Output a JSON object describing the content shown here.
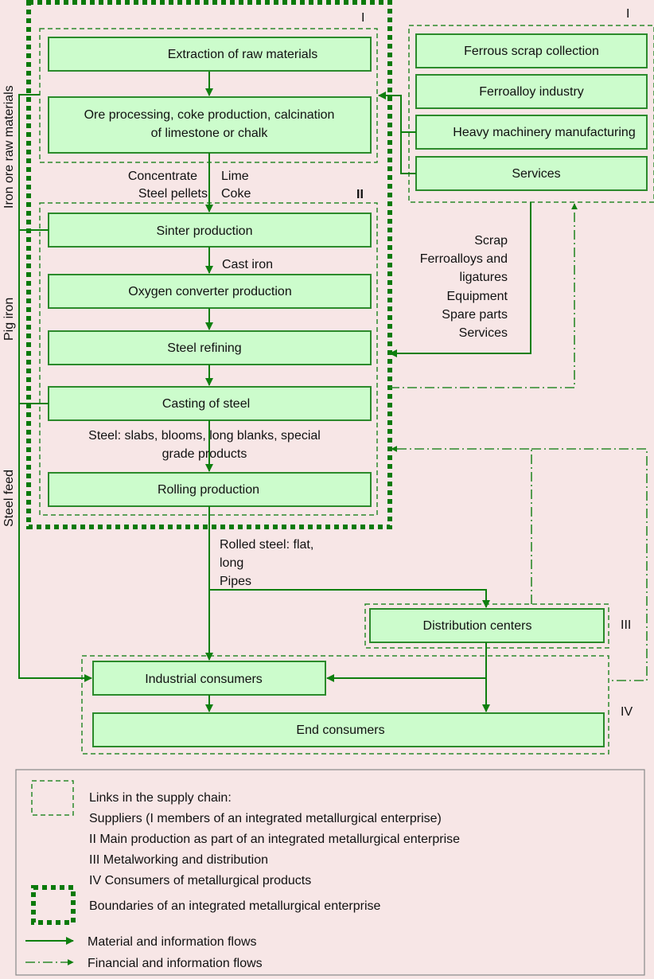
{
  "colors": {
    "background": "#f7e6e6",
    "box_fill": "#ccfccc",
    "line": "#0f7f0f"
  },
  "groups": {
    "suppliers_label": "I",
    "internal_suppliers_label": "I",
    "main_production_label": "II",
    "distribution_label": "III",
    "consumers_label": "IV"
  },
  "internal_suppliers": [
    "Extraction of raw materials",
    [
      "Ore processing, coke production, calcination",
      "of limestone or chalk"
    ]
  ],
  "external_suppliers": [
    "Ferrous scrap collection",
    "Ferroalloy industry",
    "Heavy machinery manufacturing",
    "Services"
  ],
  "main_production": [
    "Sinter production",
    "Oxygen converter production",
    "Steel refining",
    "Casting of steel",
    "Rolling production"
  ],
  "distribution": [
    "Distribution centers"
  ],
  "consumers": [
    "Industrial consumers",
    "End consumers"
  ],
  "flow_labels": {
    "concentrate": "Concentrate",
    "steel_pellets": "Steel pellets",
    "lime": "Lime",
    "coke": "Coke",
    "cast_iron": "Cast iron",
    "steel_products": [
      "Steel: slabs, blooms, long blanks, special",
      "grade products"
    ],
    "rolled_steel": [
      "Rolled steel: flat,",
      "long",
      "Pipes"
    ],
    "supplies": [
      "Scrap",
      "Ferroalloys and",
      "ligatures",
      "Equipment",
      "Spare parts",
      "Services"
    ],
    "iron_ore": "Iron ore raw materials",
    "pig_iron": "Pig iron",
    "steel_feed": "Steel feed"
  },
  "legend": {
    "links_title": "Links in the supply chain:",
    "items": [
      "Suppliers (I members of an integrated metallurgical enterprise)",
      "II Main production as part of an integrated metallurgical enterprise",
      "III Metalworking and distribution",
      "IV Consumers of metallurgical products"
    ],
    "boundaries": "Boundaries of an integrated metallurgical enterprise",
    "material_flows": "Material and information flows",
    "financial_flows": "Financial and information flows"
  }
}
